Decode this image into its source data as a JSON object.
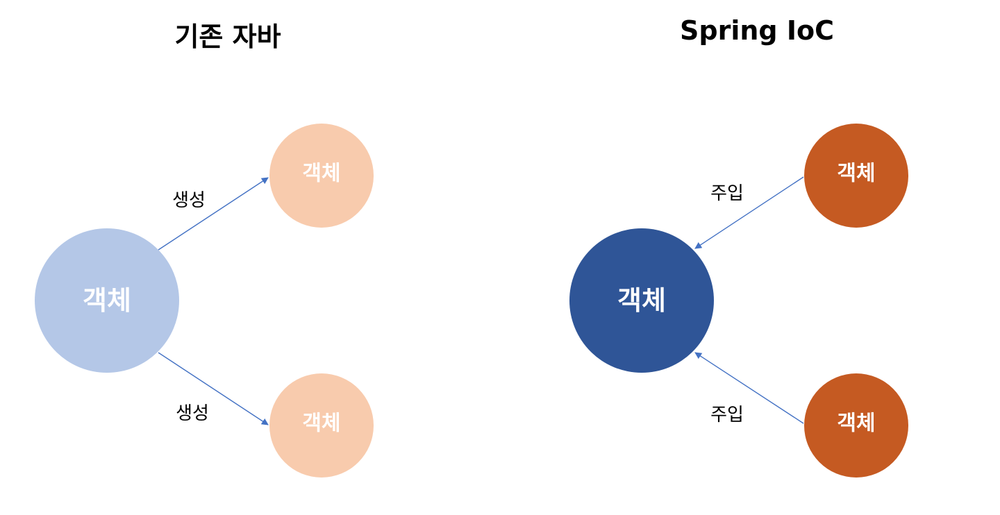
{
  "titles": {
    "left": "기존 자바",
    "right": "Spring IoC"
  },
  "colors": {
    "left_main": "#b4c7e7",
    "left_child": "#f8cbad",
    "right_main": "#2f5597",
    "right_child": "#c55a22",
    "arrow": "#4472c4"
  },
  "left_panel": {
    "main_node": "객체",
    "child_top": "객체",
    "child_bottom": "객체",
    "edge_top": "생성",
    "edge_bottom": "생성"
  },
  "right_panel": {
    "main_node": "객체",
    "child_top": "객체",
    "child_bottom": "객체",
    "edge_top": "주입",
    "edge_bottom": "주입"
  }
}
